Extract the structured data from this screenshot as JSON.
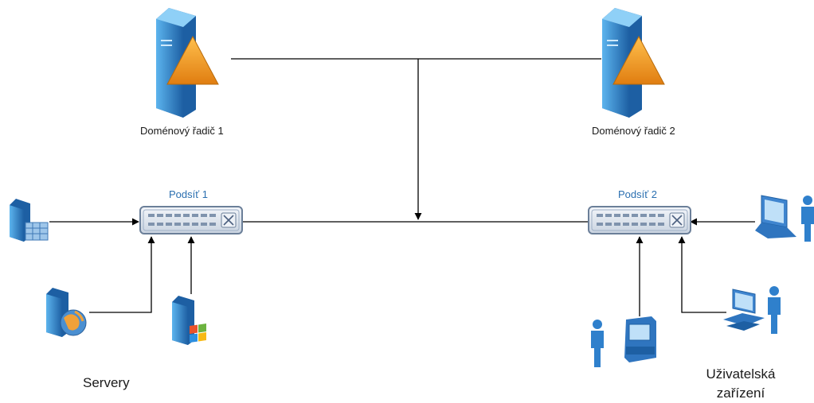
{
  "nodes": {
    "dc1": {
      "label": "Doménový řadič 1"
    },
    "dc2": {
      "label": "Doménový řadič 2"
    },
    "subnet1": {
      "label": "Podsíť 1"
    },
    "subnet2": {
      "label": "Podsíť 2"
    }
  },
  "groups": {
    "servers": {
      "label": "Servery"
    },
    "user_devices": {
      "label": "Uživatelská zařízení"
    }
  },
  "colors": {
    "server_blue": "#2f8fd6",
    "server_dark": "#1d5fa3",
    "triangle_orange": "#f29a1f",
    "switch_body": "#dfe6ef",
    "switch_border": "#6b7f99",
    "line": "#000000"
  }
}
